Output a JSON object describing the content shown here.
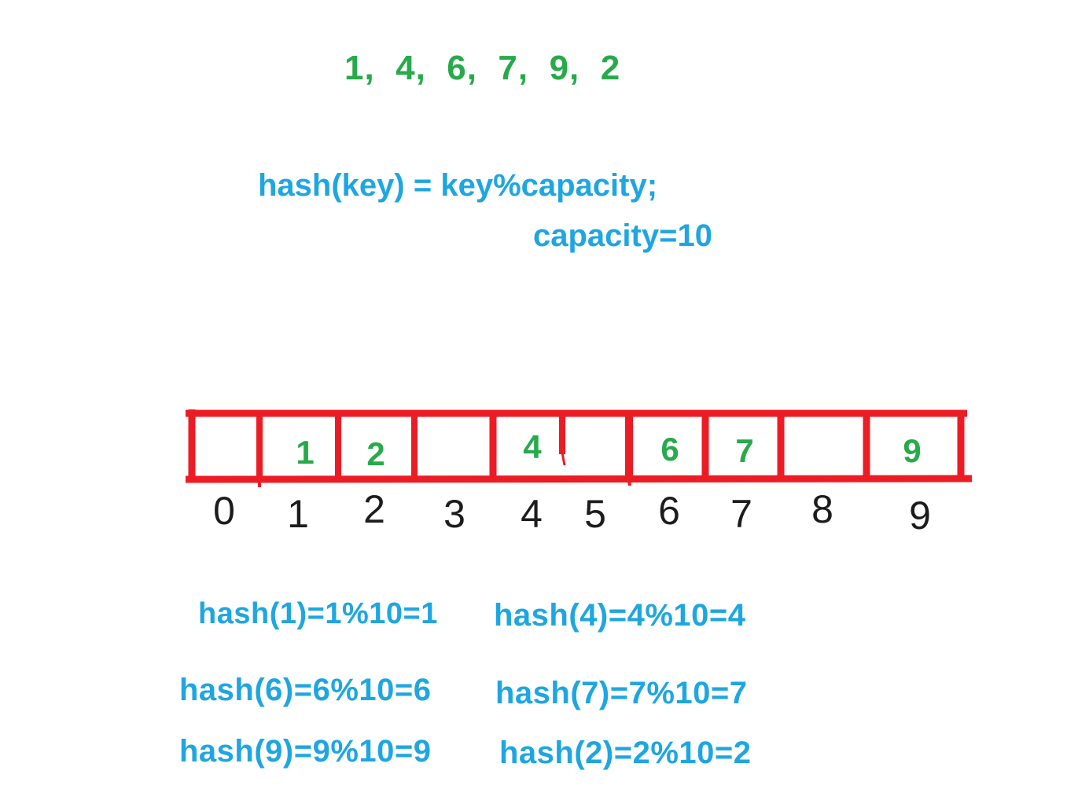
{
  "colors": {
    "green": "#28AA4B",
    "blue": "#1FA6E0",
    "red": "#EC1C24",
    "black": "#1C1C1C"
  },
  "input_sequence": "1,  4,  6,  7,  9,  2",
  "formula": {
    "line1": "hash(key) = key%capacity;",
    "line2": "capacity=10"
  },
  "hash_table": {
    "capacity": 10,
    "cells": [
      {
        "index": "0",
        "value": ""
      },
      {
        "index": "1",
        "value": "1"
      },
      {
        "index": "2",
        "value": "2"
      },
      {
        "index": "3",
        "value": ""
      },
      {
        "index": "4",
        "value": "4"
      },
      {
        "index": "5",
        "value": ""
      },
      {
        "index": "6",
        "value": "6"
      },
      {
        "index": "7",
        "value": "7"
      },
      {
        "index": "8",
        "value": ""
      },
      {
        "index": "9",
        "value": "9"
      }
    ]
  },
  "computations": [
    "hash(1)=1%10=1",
    "hash(4)=4%10=4",
    "hash(6)=6%10=6",
    "hash(7)=7%10=7",
    "hash(9)=9%10=9",
    "hash(2)=2%10=2"
  ]
}
